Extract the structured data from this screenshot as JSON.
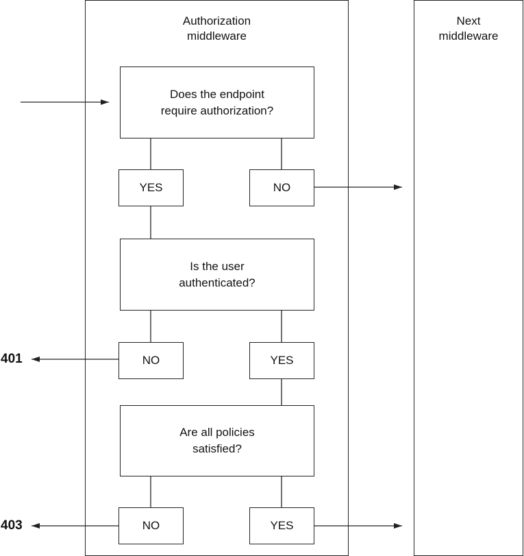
{
  "panels": {
    "authorization": {
      "title_line1": "Authorization",
      "title_line2": "middleware"
    },
    "next": {
      "title_line1": "Next",
      "title_line2": "middleware"
    }
  },
  "questions": {
    "q1": {
      "line1": "Does the endpoint",
      "line2": "require authorization?"
    },
    "q2": {
      "line1": "Is the user",
      "line2": "authenticated?"
    },
    "q3": {
      "line1": "Are all policies",
      "line2": "satisfied?"
    }
  },
  "answers": {
    "q1_yes": "YES",
    "q1_no": "NO",
    "q2_no": "NO",
    "q2_yes": "YES",
    "q3_no": "NO",
    "q3_yes": "YES"
  },
  "codes": {
    "unauthorized": "401",
    "forbidden": "403"
  }
}
